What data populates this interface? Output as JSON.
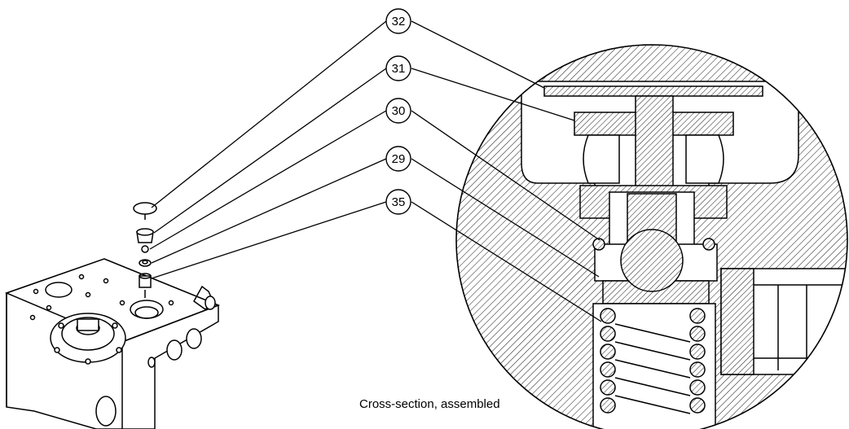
{
  "callouts": [
    {
      "label": "32"
    },
    {
      "label": "31"
    },
    {
      "label": "30"
    },
    {
      "label": "29"
    },
    {
      "label": "35"
    }
  ],
  "caption": "Cross-section, assembled"
}
